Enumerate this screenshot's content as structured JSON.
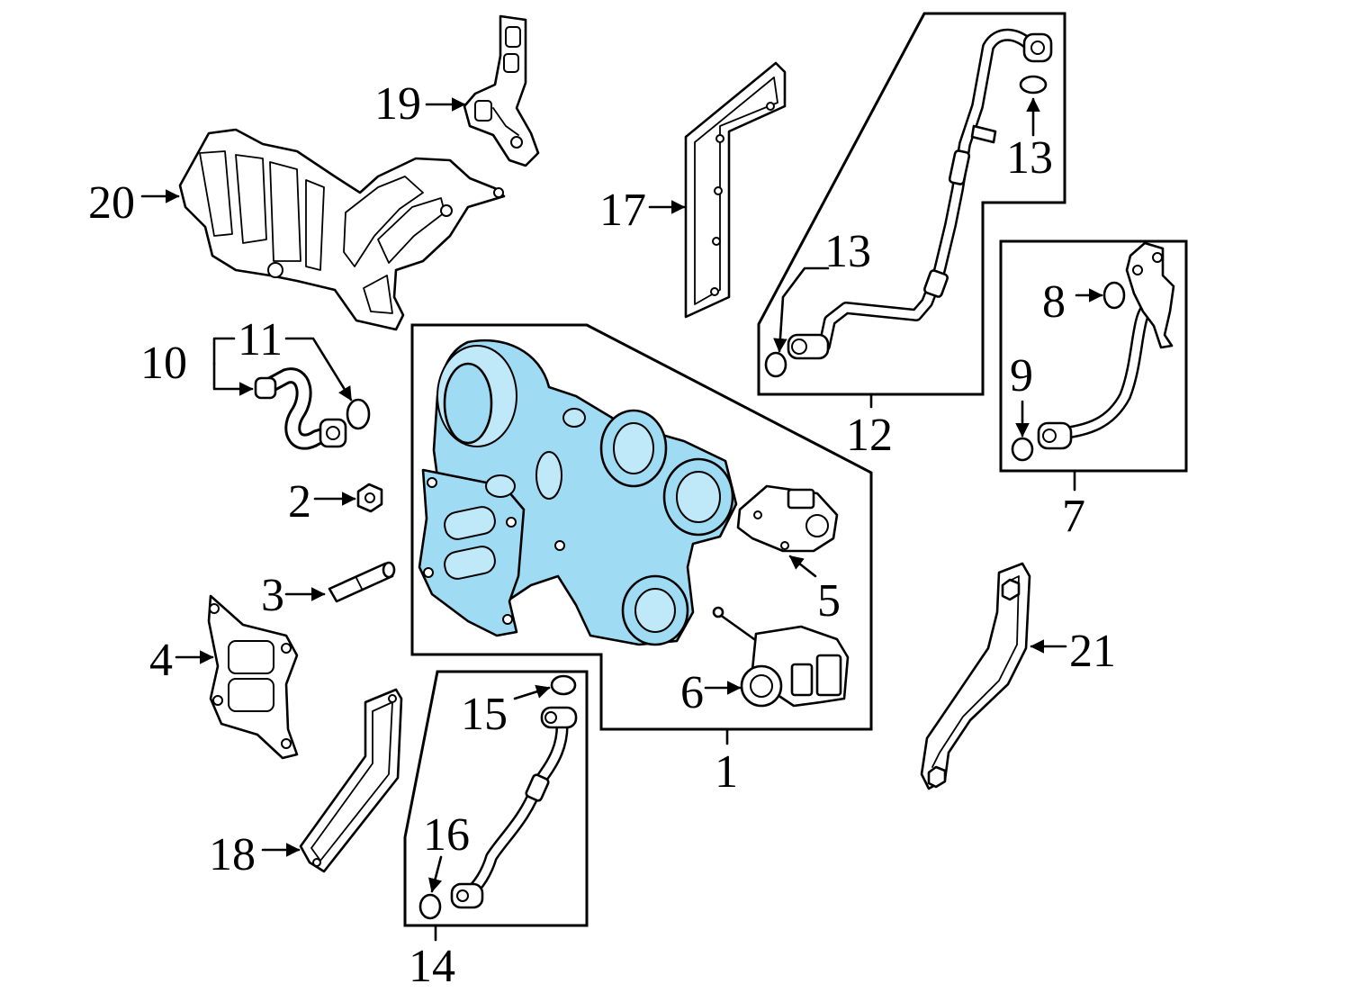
{
  "diagram": {
    "accent_color": "#9fdcf4",
    "callouts": {
      "c1": "1",
      "c2": "2",
      "c3": "3",
      "c4": "4",
      "c5": "5",
      "c6": "6",
      "c7": "7",
      "c8": "8",
      "c9": "9",
      "c10": "10",
      "c11": "11",
      "c12": "12",
      "c13a": "13",
      "c13b": "13",
      "c14": "14",
      "c15": "15",
      "c16": "16",
      "c17": "17",
      "c18": "18",
      "c19": "19",
      "c20": "20",
      "c21": "21"
    }
  }
}
